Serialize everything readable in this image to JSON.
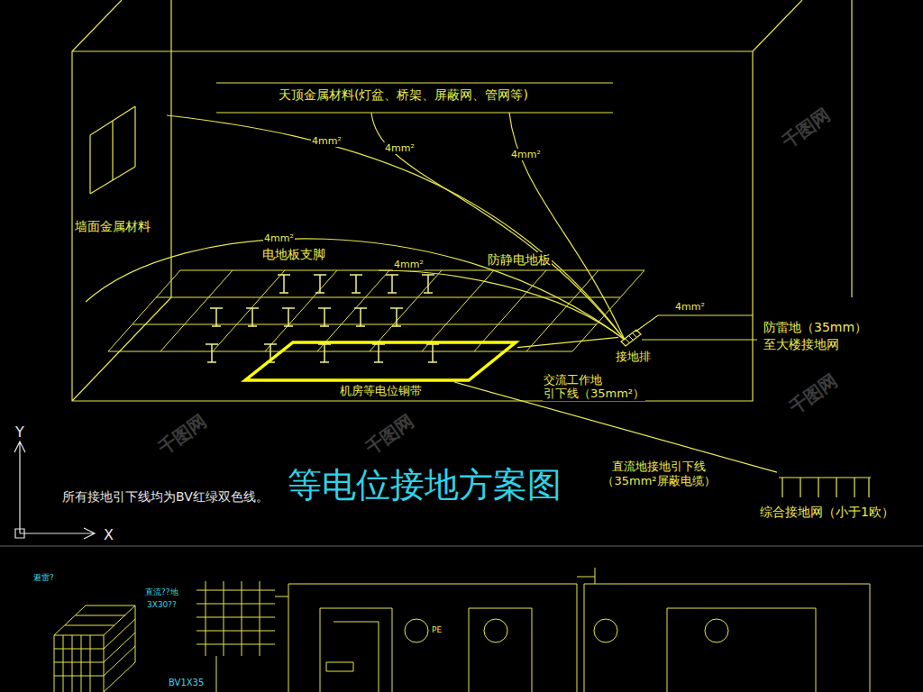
{
  "diagram": {
    "title": "等电位接地方案图",
    "nodes": [
      {
        "text": [
          "机房等电位铜带"
        ]
      },
      {
        "text": [
          "接地排"
        ]
      },
      {
        "text": [
          "综合接地网（小于1欧）"
        ]
      }
    ],
    "edges": [
      {
        "from": 0,
        "to": 1,
        "arrow": "none"
      },
      {
        "from": 0,
        "to": 2,
        "label": "直流地接地引下线 （35mm²屏蔽电缆）",
        "arrow": "none"
      }
    ],
    "labels": [
      "天顶金属材料(灯盆、桥架、屏蔽网、管网等)",
      "4mm²",
      "4mm²",
      "4mm²",
      "墙面金属材料",
      "4mm²",
      "电地板支脚",
      "4mm²",
      "防静电地板",
      "4mm²",
      "防雷地（35mm）",
      "至大楼接地网",
      "交流工作地",
      "引下线（35mm²）",
      "所有接地引下线均为BV红绿双色线。",
      "Y",
      "X",
      "千图网",
      "千图网",
      "千图网",
      "千图网",
      "避雷?",
      "直流??地",
      "3X30??",
      "BV1X35",
      "PE"
    ]
  }
}
